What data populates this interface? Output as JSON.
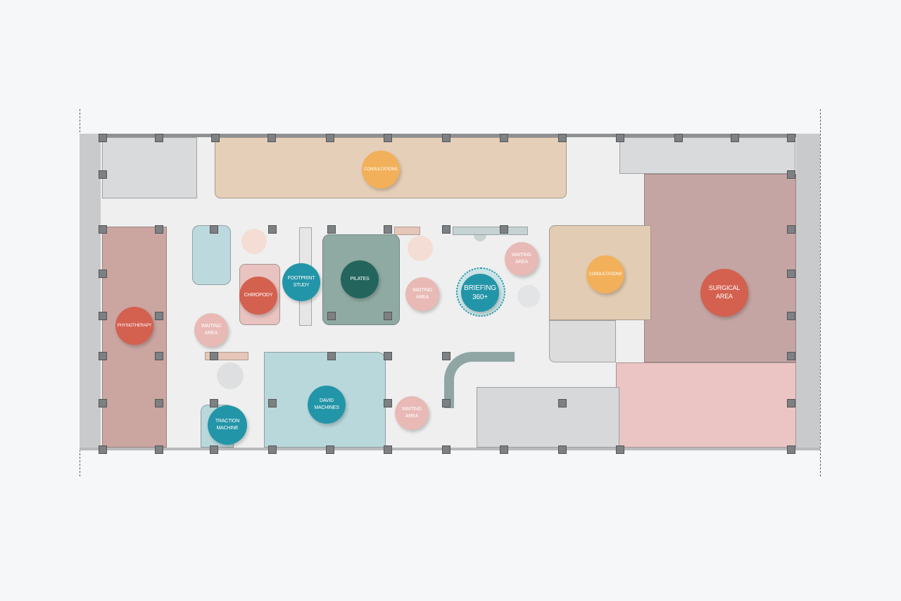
{
  "floor_plan": {
    "zones": [
      {
        "id": "consultations-top",
        "label": "CONSULTATIONS",
        "category": "consultations"
      },
      {
        "id": "physiotherapy",
        "label": "PHYSIOTHERAPY",
        "category": "treatment"
      },
      {
        "id": "chiropody",
        "label": "CHIROPODY",
        "category": "treatment"
      },
      {
        "id": "footprint-study",
        "label": "FOOTPRINT\nSTUDY",
        "category": "equipment"
      },
      {
        "id": "pilates",
        "label": "PILATES",
        "category": "exercise"
      },
      {
        "id": "waiting-left",
        "label": "WAITING\nAREA",
        "category": "waiting"
      },
      {
        "id": "waiting-center",
        "label": "WAITING\nAREA",
        "category": "waiting"
      },
      {
        "id": "briefing",
        "label": "BRIEFING\n360+",
        "category": "equipment"
      },
      {
        "id": "waiting-right",
        "label": "WAITING\nAREA",
        "category": "waiting"
      },
      {
        "id": "consultations-mid",
        "label": "CONSULTATIONS",
        "category": "consultations"
      },
      {
        "id": "surgical",
        "label": "SURGICAL\nAREA",
        "category": "treatment"
      },
      {
        "id": "david-machines",
        "label": "DAVID\nMACHINES",
        "category": "equipment"
      },
      {
        "id": "traction-machine",
        "label": "TRACTION\nMACHINE",
        "category": "equipment"
      },
      {
        "id": "waiting-bottom",
        "label": "WAITING\nAREA",
        "category": "waiting"
      }
    ],
    "colors": {
      "consultations": "#f2b05a",
      "treatment": "#d4604f",
      "equipment": "#2395a8",
      "exercise": "#23655c",
      "waiting": "#e8b9b5"
    }
  }
}
